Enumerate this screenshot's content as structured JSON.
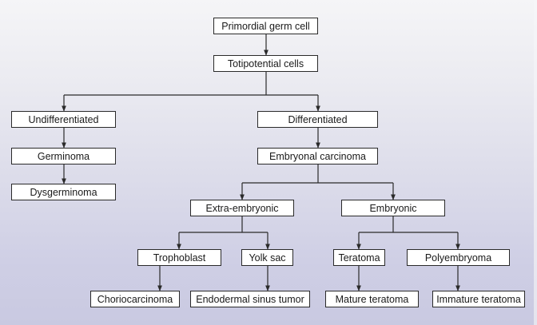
{
  "diagram": {
    "title": "Germ cell tumor classification",
    "nodes": {
      "primordial": "Primordial germ cell",
      "totipotential": "Totipotential cells",
      "undifferentiated": "Undifferentiated",
      "germinoma": "Germinoma",
      "dysgerminoma": "Dysgerminoma",
      "differentiated": "Differentiated",
      "embryonal_carcinoma": "Embryonal carcinoma",
      "extra_embryonic": "Extra-embryonic",
      "embryonic": "Embryonic",
      "trophoblast": "Trophoblast",
      "yolk_sac": "Yolk sac",
      "teratoma": "Teratoma",
      "polyembryoma": "Polyembryoma",
      "choriocarcinoma": "Choriocarcinoma",
      "endodermal_sinus_tumor": "Endodermal sinus tumor",
      "mature_teratoma": "Mature teratoma",
      "immature_teratoma": "Immature teratoma"
    },
    "edges": [
      [
        "primordial",
        "totipotential"
      ],
      [
        "totipotential",
        "undifferentiated"
      ],
      [
        "totipotential",
        "differentiated"
      ],
      [
        "undifferentiated",
        "germinoma"
      ],
      [
        "germinoma",
        "dysgerminoma"
      ],
      [
        "differentiated",
        "embryonal_carcinoma"
      ],
      [
        "embryonal_carcinoma",
        "extra_embryonic"
      ],
      [
        "embryonal_carcinoma",
        "embryonic"
      ],
      [
        "extra_embryonic",
        "trophoblast"
      ],
      [
        "extra_embryonic",
        "yolk_sac"
      ],
      [
        "embryonic",
        "teratoma"
      ],
      [
        "embryonic",
        "polyembryoma"
      ],
      [
        "trophoblast",
        "choriocarcinoma"
      ],
      [
        "yolk_sac",
        "endodermal_sinus_tumor"
      ],
      [
        "teratoma",
        "mature_teratoma"
      ],
      [
        "polyembryoma",
        "immature_teratoma"
      ]
    ],
    "colors": {
      "line": "#2a2a2a",
      "box_fill": "#ffffff",
      "box_border": "#2a2a2a"
    }
  }
}
